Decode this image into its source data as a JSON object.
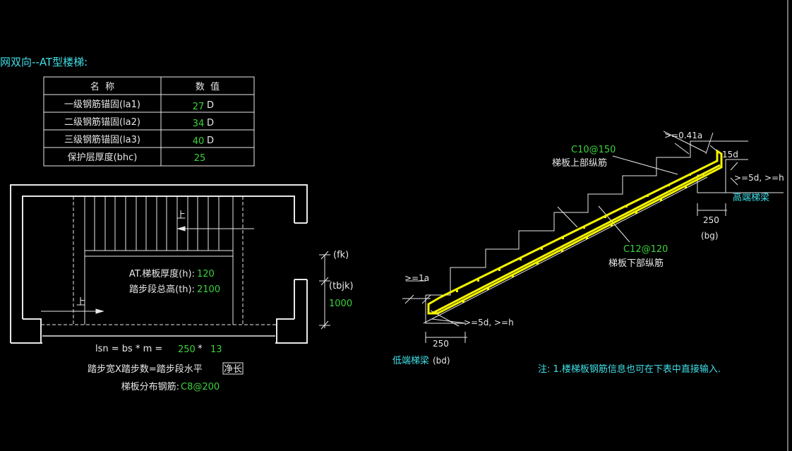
{
  "title": "网双向--AT型楼梯:",
  "params_table": {
    "headers": [
      "名  称",
      "数  值"
    ],
    "rows": [
      {
        "name": "一级钢筋锚固(la1)",
        "value": "27",
        "unit": "D"
      },
      {
        "name": "二级钢筋锚固(la2)",
        "value": "34",
        "unit": "D"
      },
      {
        "name": "三级钢筋锚固(la3)",
        "value": "40",
        "unit": "D"
      },
      {
        "name": "保护层厚度(bhc)",
        "value": "25",
        "unit": ""
      }
    ]
  },
  "plan": {
    "up_label_1": "上",
    "up_label_2": "上",
    "thickness_label": "AT.梯板厚度(h):",
    "thickness_value": "120",
    "height_label": "踏步段总高(th):",
    "height_value": "2100",
    "fk_label": "(fk)",
    "tbjk_label": "(tbjk)",
    "tbjk_value": "1000",
    "formula_prefix": "lsn = bs * m = ",
    "bs_value": "250",
    "formula_mult": " * ",
    "m_value": "13",
    "formula_desc_a": "踏步宽X踏步数=踏步段水平",
    "formula_desc_b": "净长",
    "distribution_label": "梯板分布钢筋:",
    "distribution_value": "C8@200"
  },
  "section": {
    "upper_rebar_value": "C10@150",
    "upper_rebar_label": "梯板上部纵筋",
    "lower_rebar_value": "C12@120",
    "lower_rebar_label": "梯板下部纵筋",
    "anchor_top_label": ">=0.41a",
    "hook_15d_label": "15d",
    "anchor_high_label": ">=5d, >=h",
    "high_beam_label": "高端梯梁",
    "high_beam_width": "250",
    "high_beam_code": "(bg)",
    "anchor_low_top_label": ">=1a",
    "anchor_low_label": ">=5d, >=h",
    "low_beam_width": "250",
    "low_beam_label": "低端梯梁",
    "low_beam_code": "(bd)"
  },
  "note": "注: 1.楼梯板钢筋信息也可在下表中直接输入.",
  "colors": {
    "background": "#000000",
    "lines": "#e8e8e8",
    "cyan": "#3fe0e8",
    "green": "#3cd23c",
    "rebar": "#f5f500"
  }
}
